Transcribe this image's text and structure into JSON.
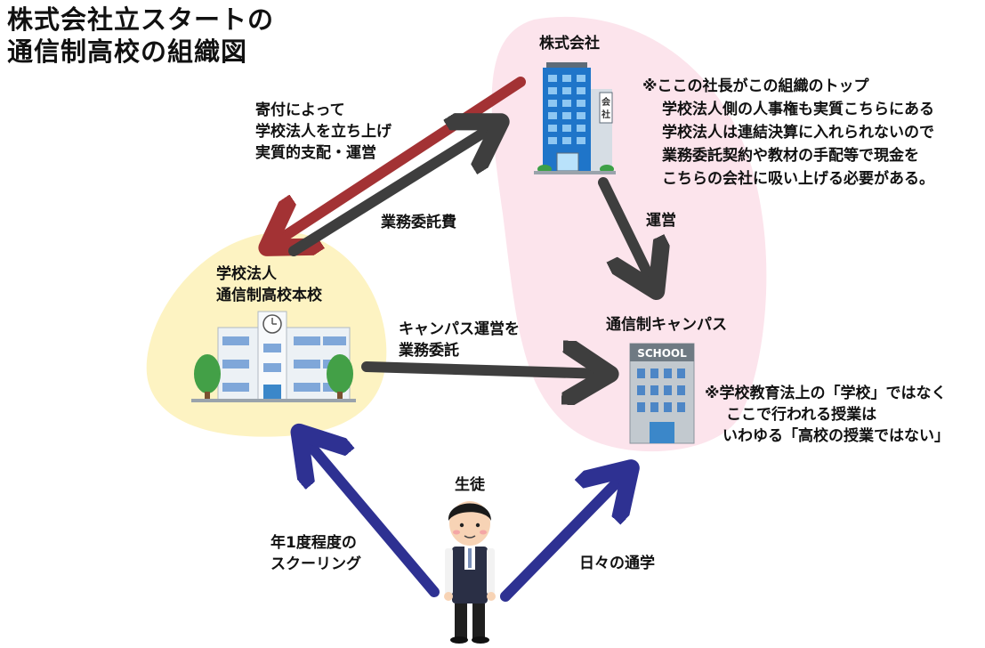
{
  "title": {
    "line1": "株式会社立スタートの",
    "line2": "通信制高校の組織図"
  },
  "company": {
    "label": "株式会社",
    "building_sign": "会社",
    "note_line1": "※ここの社長がこの組織のトップ",
    "note_line2": "学校法人側の人事権も実質こちらにある",
    "note_line3": "学校法人は連結決算に入れられないので",
    "note_line4": "業務委託契約や教材の手配等で現金を",
    "note_line5": "こちらの会社に吸い上げる必要がある。"
  },
  "donation": {
    "line1": "寄付によって",
    "line2": "学校法人を立ち上げ",
    "line3": "実質的支配・運営"
  },
  "fee_label": "業務委託費",
  "operation_label": "運営",
  "school_corp": {
    "line1": "学校法人",
    "line2": "通信制高校本校"
  },
  "campus_outsource": {
    "line1": "キャンパス運営を",
    "line2": "業務委託"
  },
  "campus": {
    "label": "通信制キャンパス",
    "sign": "SCHOOL",
    "note_line1": "※学校教育法上の「学校」ではなく",
    "note_line2": "ここで行われる授業は",
    "note_line3": "いわゆる「高校の授業ではない」"
  },
  "student_label": "生徒",
  "schooling": {
    "line1": "年1度程度の",
    "line2": "スクーリング"
  },
  "commute_label": "日々の通学",
  "colors": {
    "pink_area": "#fce4ec",
    "yellow_area": "#fdf3c2",
    "red_arrow": "#a33234",
    "gray_arrow": "#3e3e3e",
    "blue_arrow": "#2e3192"
  }
}
